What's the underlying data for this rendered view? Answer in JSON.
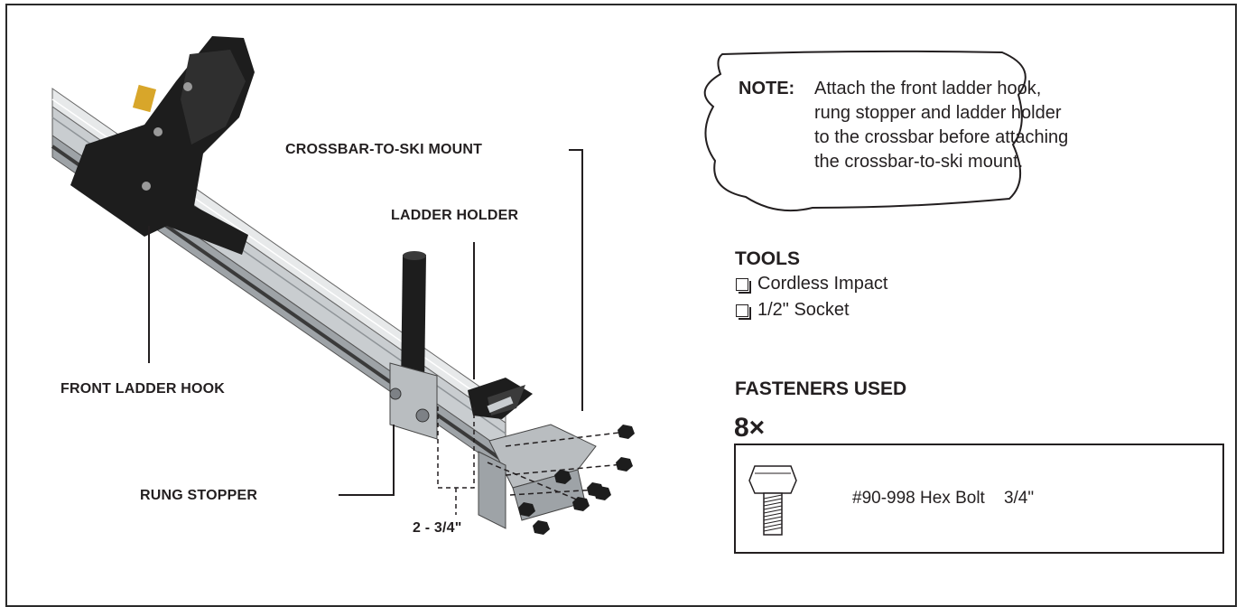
{
  "callouts": {
    "crossbar_mount": "CROSSBAR-TO-SKI MOUNT",
    "ladder_holder": "LADDER HOLDER",
    "front_ladder_hook": "FRONT LADDER HOOK",
    "rung_stopper": "RUNG STOPPER",
    "dimension": "2 - 3/4\""
  },
  "note": {
    "label": "NOTE:",
    "lines": [
      "Attach the front ladder hook,",
      "rung stopper and ladder holder",
      "to the crossbar before attaching",
      "the crossbar-to-ski mount."
    ]
  },
  "tools": {
    "heading": "TOOLS",
    "items": [
      "Cordless Impact",
      "1/2\" Socket"
    ]
  },
  "fasteners": {
    "heading": "FASTENERS USED",
    "quantity": "8×",
    "items": [
      {
        "part_number": "#90-998 Hex Bolt",
        "size": "3/4\"",
        "icon": "hex-bolt-icon"
      }
    ]
  },
  "colors": {
    "hook_black": "#1d1d1d",
    "rail_silver": "#c9cdd0",
    "accent_yellow": "#d8a62a",
    "line": "#231f20"
  }
}
